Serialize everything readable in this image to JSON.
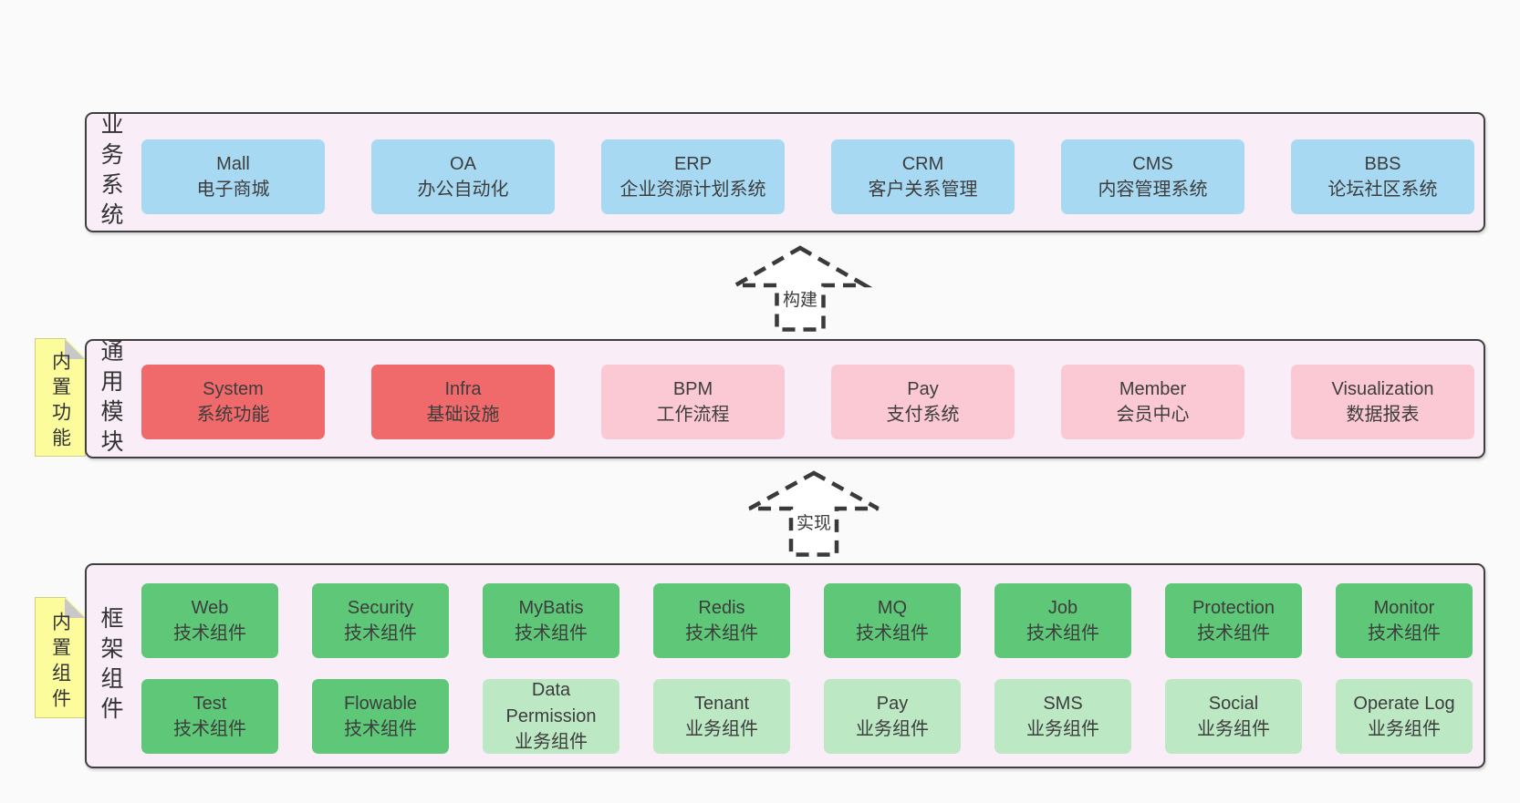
{
  "colors": {
    "background": "#fafafa",
    "panel_fill": "#f9eef8",
    "panel_border": "#3f3f3f",
    "box_blue": "#a8d9f2",
    "box_red": "#f0696b",
    "box_pink": "#fac9d3",
    "box_green": "#5ec878",
    "box_green_light": "#bce8c4",
    "note_fill": "#fcfc9d",
    "note_fold": "#c8c8c8",
    "text": "#3d3d3d"
  },
  "sections": {
    "business": {
      "label": "业务系统",
      "boxes": [
        {
          "title": "Mall",
          "subtitle": "电子商城",
          "variant": "blue"
        },
        {
          "title": "OA",
          "subtitle": "办公自动化",
          "variant": "blue"
        },
        {
          "title": "ERP",
          "subtitle": "企业资源计划系统",
          "variant": "blue"
        },
        {
          "title": "CRM",
          "subtitle": "客户关系管理",
          "variant": "blue"
        },
        {
          "title": "CMS",
          "subtitle": "内容管理系统",
          "variant": "blue"
        },
        {
          "title": "BBS",
          "subtitle": "论坛社区系统",
          "variant": "blue"
        }
      ]
    },
    "modules": {
      "label": "通用模块",
      "note": "内置功能",
      "boxes": [
        {
          "title": "System",
          "subtitle": "系统功能",
          "variant": "red"
        },
        {
          "title": "Infra",
          "subtitle": "基础设施",
          "variant": "red"
        },
        {
          "title": "BPM",
          "subtitle": "工作流程",
          "variant": "pink"
        },
        {
          "title": "Pay",
          "subtitle": "支付系统",
          "variant": "pink"
        },
        {
          "title": "Member",
          "subtitle": "会员中心",
          "variant": "pink"
        },
        {
          "title": "Visualization",
          "subtitle": "数据报表",
          "variant": "pink"
        }
      ]
    },
    "components": {
      "label": "框架组件",
      "note": "内置组件",
      "row1": [
        {
          "title": "Web",
          "subtitle": "技术组件",
          "variant": "green"
        },
        {
          "title": "Security",
          "subtitle": "技术组件",
          "variant": "green"
        },
        {
          "title": "MyBatis",
          "subtitle": "技术组件",
          "variant": "green"
        },
        {
          "title": "Redis",
          "subtitle": "技术组件",
          "variant": "green"
        },
        {
          "title": "MQ",
          "subtitle": "技术组件",
          "variant": "green"
        },
        {
          "title": "Job",
          "subtitle": "技术组件",
          "variant": "green"
        },
        {
          "title": "Protection",
          "subtitle": "技术组件",
          "variant": "green"
        },
        {
          "title": "Monitor",
          "subtitle": "技术组件",
          "variant": "green"
        }
      ],
      "row2": [
        {
          "title": "Test",
          "subtitle": "技术组件",
          "variant": "green"
        },
        {
          "title": "Flowable",
          "subtitle": "技术组件",
          "variant": "green"
        },
        {
          "title": "Data Permission",
          "subtitle": "业务组件",
          "variant": "green-light"
        },
        {
          "title": "Tenant",
          "subtitle": "业务组件",
          "variant": "green-light"
        },
        {
          "title": "Pay",
          "subtitle": "业务组件",
          "variant": "green-light"
        },
        {
          "title": "SMS",
          "subtitle": "业务组件",
          "variant": "green-light"
        },
        {
          "title": "Social",
          "subtitle": "业务组件",
          "variant": "green-light"
        },
        {
          "title": "Operate Log",
          "subtitle": "业务组件",
          "variant": "green-light"
        }
      ]
    }
  },
  "arrows": [
    {
      "label": "构建"
    },
    {
      "label": "实现"
    }
  ]
}
